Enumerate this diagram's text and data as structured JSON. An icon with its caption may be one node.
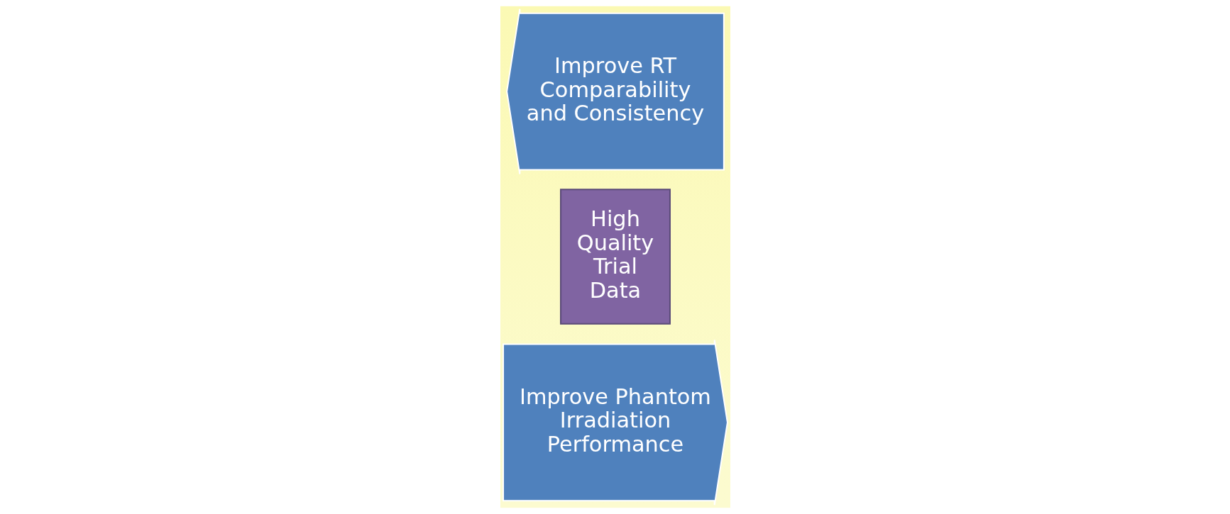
{
  "diagram": {
    "nodes": [
      {
        "text": [
          "Improve Phantom Irradiation Performance"
        ]
      },
      {
        "text": [
          "High Quality Trial Data"
        ]
      },
      {
        "text": [
          "Improve RT Comparability and Consistency"
        ]
      }
    ]
  }
}
